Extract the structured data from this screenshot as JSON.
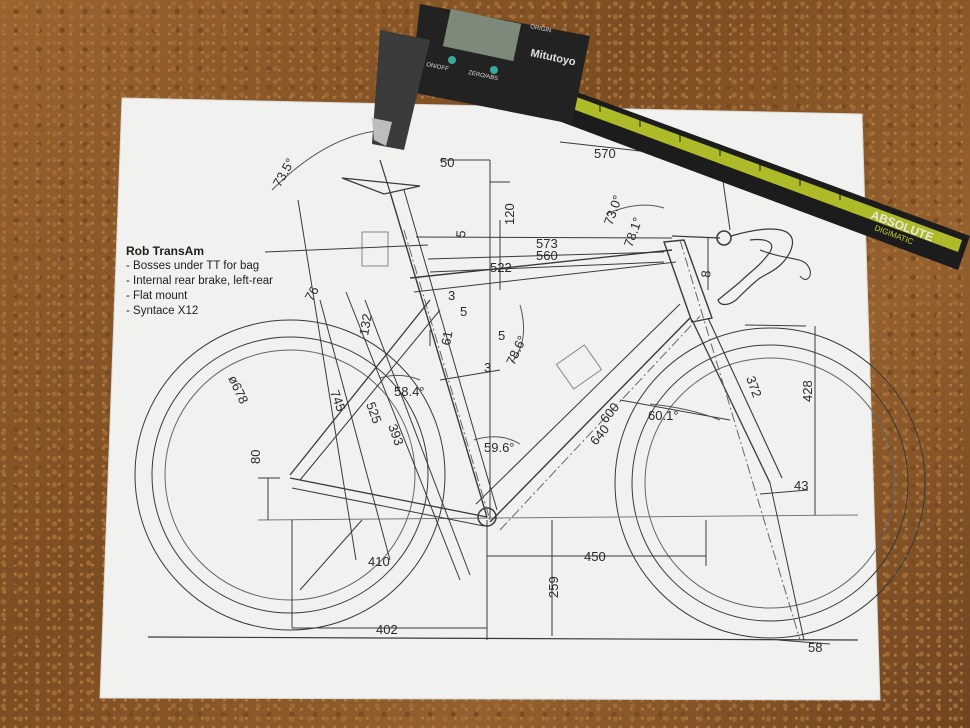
{
  "notes": {
    "title": "Rob TransAm",
    "items": [
      "- Bosses under TT for bag",
      "- Internal rear brake, left-rear",
      "- Flat mount",
      "- Syntace X12"
    ]
  },
  "dimensions": {
    "seat_angle": "73.5°",
    "head_angle": "73.0°",
    "head_angle_2": "78.1°",
    "saddle_setback": "50",
    "saddle_drop": "120",
    "reach_bar": "570",
    "stack_5": "5",
    "tt_573": "573",
    "tt_560": "560",
    "tt_522": "522",
    "stem_8": "8",
    "seat_76": "76",
    "dim_132": "132",
    "dim_3a": "3",
    "dim_5a": "5",
    "dim_61": "61",
    "dim_5b": "5",
    "dim_3b": "3",
    "angle_786": "78.6°",
    "wheel_678": "ø678",
    "st_745": "745",
    "st_525": "525",
    "st_393": "393",
    "angle_584": "58.4°",
    "angle_596": "59.6°",
    "dt_640": "640",
    "dt_600": "600",
    "angle_601": "60.1°",
    "fork_372": "372",
    "fork_428": "428",
    "offset_43": "43",
    "bb_80": "80",
    "cs_410": "410",
    "front_450": "450",
    "bb_259": "259",
    "rear_402": "402",
    "trail_58": "58"
  },
  "caliper": {
    "brand": "Mitutoyo",
    "model_line1": "ABSOLUTE",
    "model_line2": "DIGIMATIC",
    "btn_onoff": "ON/OFF",
    "btn_zero": "ZERO/ABS",
    "btn_origin": "ORIGIN"
  },
  "colors": {
    "paper": "#f1f1ef",
    "board": "#8a5a2b",
    "caliper_body": "#1c1c1c",
    "caliper_accent": "#c8d62a"
  }
}
